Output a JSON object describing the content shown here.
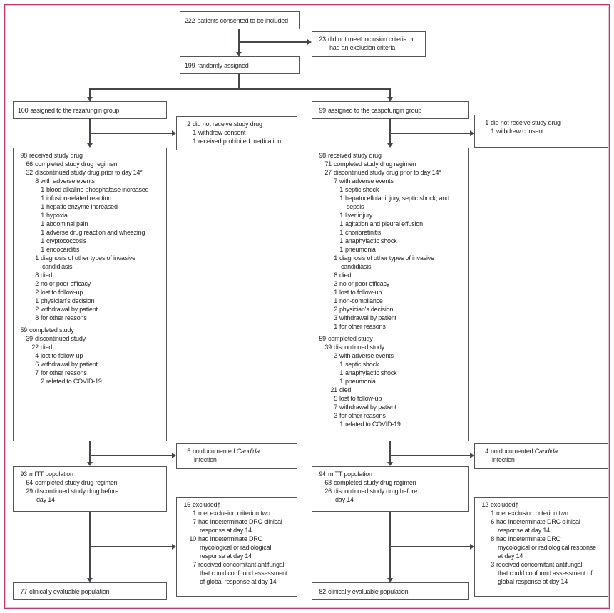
{
  "colors": {
    "frame_pink": "#C13A67",
    "frame_pink_light": "#ECBECD",
    "box_border": "#55555A",
    "line": "#46474C",
    "text": "#27262A"
  },
  "boxes": {
    "consented": [
      {
        "n": "222",
        "t": "patients consented to be included",
        "lvl": 0
      }
    ],
    "not_meet": [
      {
        "n": "23",
        "t": "did not meet inclusion criteria or",
        "lvl": 0
      },
      {
        "t": "had an exclusion criteria",
        "lvl": 0,
        "cont": true
      }
    ],
    "randomized": [
      {
        "n": "199",
        "t": "randomly assigned",
        "lvl": 0
      }
    ],
    "reza_group": [
      {
        "n": "100",
        "t": "assigned to the rezafungin group",
        "lvl": 0
      }
    ],
    "caspo_group": [
      {
        "n": "99",
        "t": "assigned to the caspofungin group",
        "lvl": 0
      }
    ],
    "reza_nodrug": [
      {
        "n": "2",
        "t": "did not receive study drug",
        "lvl": 0
      },
      {
        "n": "1",
        "t": "withdrew consent",
        "lvl": 1
      },
      {
        "n": "1",
        "t": "received prohibited medication",
        "lvl": 1
      }
    ],
    "caspo_nodrug": [
      {
        "n": "1",
        "t": "did not receive study drug",
        "lvl": 0
      },
      {
        "n": "1",
        "t": "withdrew consent",
        "lvl": 1
      }
    ],
    "reza_received": [
      {
        "n": "98",
        "t": "received study drug",
        "lvl": 0
      },
      {
        "n": "66",
        "t": "completed study drug regimen",
        "lvl": 1
      },
      {
        "n": "32",
        "t": "discontinued study drug prior to day 14*",
        "lvl": 1
      },
      {
        "n": "8",
        "t": "with adverse events",
        "lvl": 2
      },
      {
        "n": "1",
        "t": "blood alkaline phosphatase increased",
        "lvl": 3
      },
      {
        "n": "1",
        "t": "infusion-related reaction",
        "lvl": 3
      },
      {
        "n": "1",
        "t": "hepatic enzyme increased",
        "lvl": 3
      },
      {
        "n": "1",
        "t": "hypoxia",
        "lvl": 3
      },
      {
        "n": "1",
        "t": "abdominal pain",
        "lvl": 3
      },
      {
        "n": "1",
        "t": "adverse drug reaction and wheezing",
        "lvl": 3
      },
      {
        "n": "1",
        "t": "cryptococcosis",
        "lvl": 3
      },
      {
        "n": "1",
        "t": "endocarditis",
        "lvl": 3
      },
      {
        "n": "1",
        "t": "diagnosis of other types of invasive",
        "lvl": 2
      },
      {
        "t": "candidiasis",
        "lvl": 2,
        "cont": true
      },
      {
        "n": "8",
        "t": "died",
        "lvl": 2
      },
      {
        "n": "2",
        "t": "no or poor efficacy",
        "lvl": 2
      },
      {
        "n": "2",
        "t": "lost to follow-up",
        "lvl": 2
      },
      {
        "n": "1",
        "t": "physician's decision",
        "lvl": 2
      },
      {
        "n": "2",
        "t": "withdrawal by patient",
        "lvl": 2
      },
      {
        "n": "8",
        "t": "for other reasons",
        "lvl": 2
      },
      {
        "n": "59",
        "t": "completed study",
        "lvl": 0,
        "gap": true
      },
      {
        "n": "39",
        "t": "discontinued study",
        "lvl": 1
      },
      {
        "n": "22",
        "t": "died",
        "lvl": 2
      },
      {
        "n": "4",
        "t": "lost to follow-up",
        "lvl": 2
      },
      {
        "n": "6",
        "t": "withdrawal by patient",
        "lvl": 2
      },
      {
        "n": "7",
        "t": "for other reasons",
        "lvl": 2
      },
      {
        "n": "2",
        "t": "related to COVID-19",
        "lvl": 3
      }
    ],
    "caspo_received": [
      {
        "n": "98",
        "t": "received study drug",
        "lvl": 0
      },
      {
        "n": "71",
        "t": "completed study drug regimen",
        "lvl": 1
      },
      {
        "n": "27",
        "t": "discontinued study drug prior to day 14*",
        "lvl": 1
      },
      {
        "n": "7",
        "t": "with adverse events",
        "lvl": 2
      },
      {
        "n": "1",
        "t": "septic shock",
        "lvl": 3
      },
      {
        "n": "1",
        "t": "hepatocellular injury, septic shock, and",
        "lvl": 3
      },
      {
        "t": "sepsis",
        "lvl": 3,
        "cont": true
      },
      {
        "n": "1",
        "t": "liver injury",
        "lvl": 3
      },
      {
        "n": "1",
        "t": "agitation and pleural effusion",
        "lvl": 3
      },
      {
        "n": "1",
        "t": "chorioretinitis",
        "lvl": 3
      },
      {
        "n": "1",
        "t": "anaphylactic shock",
        "lvl": 3
      },
      {
        "n": "1",
        "t": "pneumonia",
        "lvl": 3
      },
      {
        "n": "1",
        "t": "diagnosis of other types of invasive",
        "lvl": 2
      },
      {
        "t": "candidiasis",
        "lvl": 2,
        "cont": true
      },
      {
        "n": "8",
        "t": "died",
        "lvl": 2
      },
      {
        "n": "3",
        "t": "no or poor efficacy",
        "lvl": 2
      },
      {
        "n": "1",
        "t": "lost to follow-up",
        "lvl": 2
      },
      {
        "n": "1",
        "t": "non-compliance",
        "lvl": 2
      },
      {
        "n": "2",
        "t": "physician's decision",
        "lvl": 2
      },
      {
        "n": "3",
        "t": "withdrawal by patient",
        "lvl": 2
      },
      {
        "n": "1",
        "t": "for other reasons",
        "lvl": 2
      },
      {
        "n": "59",
        "t": "completed study",
        "lvl": 0,
        "gap": true
      },
      {
        "n": "39",
        "t": "discontinued study",
        "lvl": 1
      },
      {
        "n": "3",
        "t": "with adverse events",
        "lvl": 2
      },
      {
        "n": "1",
        "t": "septic shock",
        "lvl": 3
      },
      {
        "n": "1",
        "t": "anaphylactic shock",
        "lvl": 3
      },
      {
        "n": "1",
        "t": "pneumonia",
        "lvl": 3
      },
      {
        "n": "21",
        "t": "died",
        "lvl": 2
      },
      {
        "n": "5",
        "t": "lost to follow-up",
        "lvl": 2
      },
      {
        "n": "7",
        "t": "withdrawal by patient",
        "lvl": 2
      },
      {
        "n": "3",
        "t": "for other reasons",
        "lvl": 2
      },
      {
        "n": "1",
        "t": "related to COVID-19",
        "lvl": 3
      }
    ],
    "reza_nocandida": [
      {
        "n": "5",
        "t": "no documented ",
        "it": "Candida",
        "lvl": 0
      },
      {
        "t": "infection",
        "lvl": 0,
        "cont": true
      }
    ],
    "caspo_nocandida": [
      {
        "n": "4",
        "t": "no documented ",
        "it": "Candida",
        "lvl": 0
      },
      {
        "t": "infection",
        "lvl": 0,
        "cont": true
      }
    ],
    "reza_mitt": [
      {
        "n": "93",
        "t": "mITT population",
        "lvl": 0
      },
      {
        "n": "64",
        "t": "completed study drug regimen",
        "lvl": 1
      },
      {
        "n": "29",
        "t": "discontinued study drug before",
        "lvl": 1
      },
      {
        "t": "day 14",
        "lvl": 1,
        "cont": true
      }
    ],
    "caspo_mitt": [
      {
        "n": "94",
        "t": "mITT population",
        "lvl": 0
      },
      {
        "n": "68",
        "t": "completed study drug regimen",
        "lvl": 1
      },
      {
        "n": "26",
        "t": "discontinued study drug before",
        "lvl": 1
      },
      {
        "t": "day 14",
        "lvl": 1,
        "cont": true
      }
    ],
    "reza_excluded": [
      {
        "n": "16",
        "t": "excluded†",
        "lvl": 0
      },
      {
        "n": "1",
        "t": "met exclusion criterion two",
        "lvl": 1
      },
      {
        "n": "7",
        "t": "had indeterminate DRC clinical",
        "lvl": 1
      },
      {
        "t": "response at day 14",
        "lvl": 1,
        "cont": true
      },
      {
        "n": "10",
        "t": "had indeterminate DRC",
        "lvl": 1
      },
      {
        "t": "mycological or radiological",
        "lvl": 1,
        "cont": true
      },
      {
        "t": "response at day 14",
        "lvl": 1,
        "cont": true
      },
      {
        "n": "7",
        "t": "received concomitant antifungal",
        "lvl": 1
      },
      {
        "t": "that could confound assessment",
        "lvl": 1,
        "cont": true
      },
      {
        "t": "of global response at day 14",
        "lvl": 1,
        "cont": true
      }
    ],
    "caspo_excluded": [
      {
        "n": "12",
        "t": "excluded†",
        "lvl": 0
      },
      {
        "n": "1",
        "t": "met exclusion criterion two",
        "lvl": 1
      },
      {
        "n": "6",
        "t": "had indeterminate DRC clinical",
        "lvl": 1
      },
      {
        "t": "response at day 14",
        "lvl": 1,
        "cont": true
      },
      {
        "n": "8",
        "t": "had indeterminate DRC",
        "lvl": 1
      },
      {
        "t": "mycological or radiological response",
        "lvl": 1,
        "cont": true
      },
      {
        "t": "at day 14",
        "lvl": 1,
        "cont": true
      },
      {
        "n": "3",
        "t": "received concomitant antifungal",
        "lvl": 1
      },
      {
        "t": "that could confound assessment of",
        "lvl": 1,
        "cont": true
      },
      {
        "t": "global response at day 14",
        "lvl": 1,
        "cont": true
      }
    ],
    "reza_evaluable": [
      {
        "n": "77",
        "t": "clinically evaluable population",
        "lvl": 0
      }
    ],
    "caspo_evaluable": [
      {
        "n": "82",
        "t": "clinically evaluable population",
        "lvl": 0
      }
    ]
  }
}
